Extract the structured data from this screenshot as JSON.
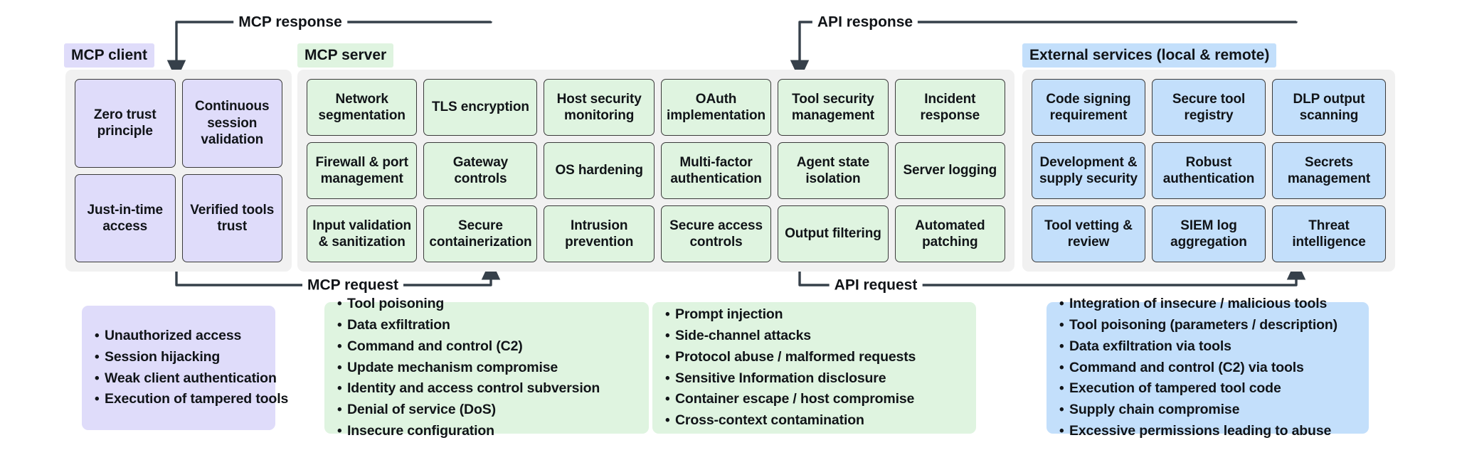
{
  "colors": {
    "client_accent": "#dfdcfa",
    "server_accent": "#dff4e0",
    "external_accent": "#c3dffb",
    "group_panel": "#f1f1f1",
    "card_border": "#3a3a3a",
    "wire": "#36404a",
    "text": "#111418",
    "background": "#ffffff"
  },
  "groups": {
    "client": {
      "title": "MCP client",
      "controls": [
        "Zero trust principle",
        "Continuous session validation",
        "Just-in-time access",
        "Verified tools trust"
      ]
    },
    "server": {
      "title": "MCP server",
      "controls": [
        "Network segmentation",
        "TLS encryption",
        "Host security monitoring",
        "OAuth implementation",
        "Tool security management",
        "Incident response",
        "Firewall & port management",
        "Gateway controls",
        "OS hardening",
        "Multi-factor authentication",
        "Agent state isolation",
        "Server logging",
        "Input validation & sanitization",
        "Secure containerization",
        "Intrusion prevention",
        "Secure access controls",
        "Output filtering",
        "Automated patching"
      ]
    },
    "external": {
      "title": "External services (local & remote)",
      "controls": [
        "Code signing requirement",
        "Secure tool registry",
        "DLP output scanning",
        "Development & supply security",
        "Robust authentication",
        "Secrets management",
        "Tool vetting & review",
        "SIEM log aggregation",
        "Threat intelligence"
      ]
    }
  },
  "flows": {
    "mcp_response": "MCP response",
    "mcp_request": "MCP request",
    "api_response": "API response",
    "api_request": "API request"
  },
  "threats": {
    "client": [
      "Unauthorized access",
      "Session hijacking",
      "Weak client authentication",
      "Execution of tampered tools"
    ],
    "server_a": [
      "Tool poisoning",
      "Data exfiltration",
      "Command and control (C2)",
      "Update mechanism compromise",
      "Identity and access control subversion",
      "Denial of service (DoS)",
      "Insecure configuration"
    ],
    "server_b": [
      "Prompt injection",
      "Side-channel attacks",
      "Protocol abuse / malformed requests",
      "Sensitive Information disclosure",
      "Container escape / host compromise",
      "Cross-context contamination"
    ],
    "external": [
      "Integration of insecure / malicious tools",
      "Tool poisoning (parameters / description)",
      "Data exfiltration via tools",
      "Command and control (C2) via tools",
      "Execution of tampered tool code",
      "Supply chain compromise",
      "Excessive permissions leading to abuse"
    ]
  }
}
